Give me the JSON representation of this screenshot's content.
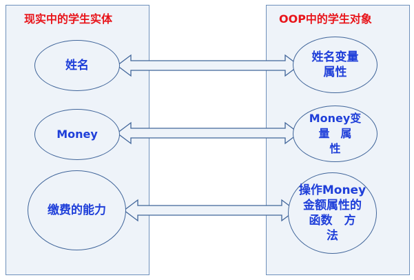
{
  "left_panel": {
    "title": "现实中的学生实体",
    "items": [
      {
        "label": "姓名"
      },
      {
        "label": "Money"
      },
      {
        "label": "缴费的能力"
      }
    ]
  },
  "right_panel": {
    "title": "OOP中的学生对象",
    "items": [
      {
        "line1": "姓名变量",
        "line2": "属性"
      },
      {
        "line1": "Money变",
        "line2": "量　属",
        "line3": "性"
      },
      {
        "line1": "操作Money",
        "line2": "金额属性的",
        "line3": "函数　方",
        "line4": "法"
      }
    ]
  },
  "colors": {
    "panel_fill": "#eef3f9",
    "panel_border": "#6d8fba",
    "title_red": "#e8141a",
    "item_text_blue": "#1f3fd9",
    "arrow_border": "#3f6499"
  }
}
